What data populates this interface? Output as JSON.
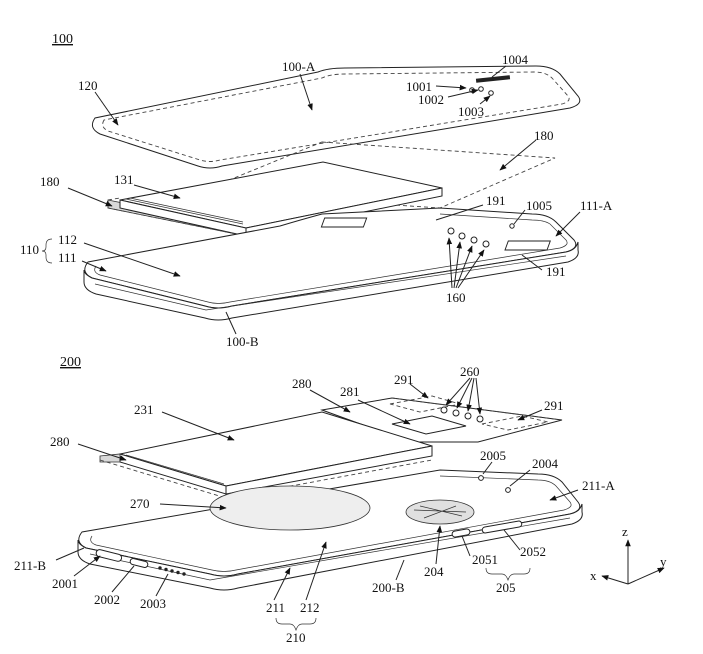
{
  "fig100": {
    "title": "100",
    "labels": {
      "l100A": "100-A",
      "l120": "120",
      "l1004": "1004",
      "l1001": "1001",
      "l1002": "1002",
      "l1003": "1003",
      "l180a": "180",
      "l180b": "180",
      "l131": "131",
      "l191a": "191",
      "l1005": "1005",
      "l111A": "111-A",
      "l110": "110",
      "l112": "112",
      "l111": "111",
      "l191b": "191",
      "l160": "160",
      "l100B": "100-B"
    }
  },
  "fig200": {
    "title": "200",
    "labels": {
      "l291a": "291",
      "l260": "260",
      "l280a": "280",
      "l281": "281",
      "l291b": "291",
      "l231": "231",
      "l280b": "280",
      "l2005": "2005",
      "l2004": "2004",
      "l211A": "211-A",
      "l270": "270",
      "l211B": "211-B",
      "l2001": "2001",
      "l2002": "2002",
      "l2003": "2003",
      "l211": "211",
      "l212": "212",
      "l210": "210",
      "l200B": "200-B",
      "l204": "204",
      "l2051": "2051",
      "l2052": "2052",
      "l205": "205"
    }
  },
  "axes": {
    "z": "z",
    "y": "y",
    "x": "x"
  }
}
